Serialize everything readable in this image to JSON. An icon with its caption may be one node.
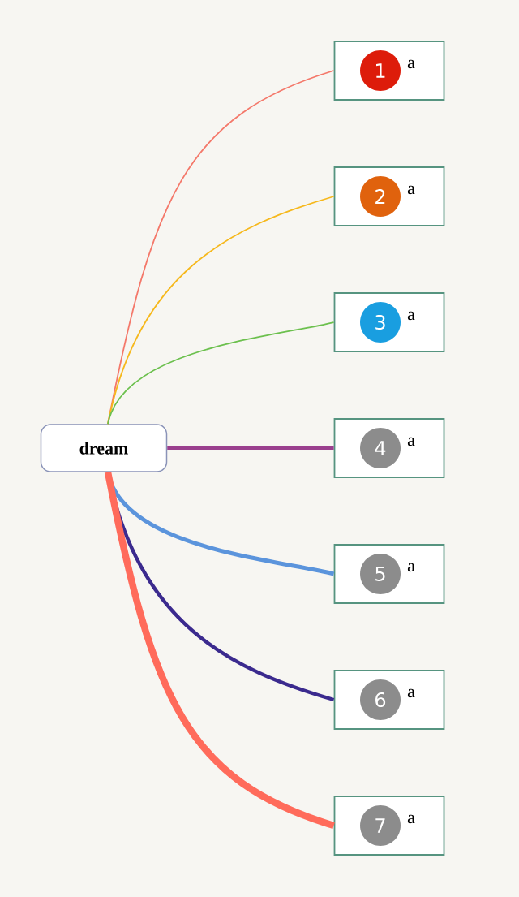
{
  "diagram": {
    "nodes": [
      {
        "text": [
          "dream"
        ]
      },
      {
        "text": [
          "a"
        ]
      },
      {
        "text": [
          "1"
        ],
        "in": 1
      },
      {
        "text": [
          "a"
        ]
      },
      {
        "text": [
          "2"
        ],
        "in": 3
      },
      {
        "text": [
          "a"
        ]
      },
      {
        "text": [
          "3"
        ],
        "in": 5
      },
      {
        "text": [
          "a"
        ]
      },
      {
        "text": [
          "4"
        ],
        "in": 7
      },
      {
        "text": [
          "a"
        ]
      },
      {
        "text": [
          "5"
        ],
        "in": 9
      },
      {
        "text": [
          "a"
        ]
      },
      {
        "text": [
          "6"
        ],
        "in": 11
      },
      {
        "text": [
          "a"
        ]
      },
      {
        "text": [
          "7"
        ],
        "in": 13
      }
    ],
    "edges": [
      {
        "from": 0,
        "to": 1,
        "arrow": "none",
        "color": "#f4786a"
      },
      {
        "from": 0,
        "to": 3,
        "arrow": "none",
        "color": "#f6b81c"
      },
      {
        "from": 0,
        "to": 5,
        "arrow": "none",
        "color": "#6cc04e"
      },
      {
        "from": 0,
        "to": 7,
        "arrow": "none",
        "color": "#9a3f8e"
      },
      {
        "from": 0,
        "to": 9,
        "arrow": "none",
        "color": "#5b94dc"
      },
      {
        "from": 0,
        "to": 11,
        "arrow": "none",
        "color": "#3b2a8e"
      },
      {
        "from": 0,
        "to": 13,
        "arrow": "none",
        "style": "thick",
        "color": "#ff6b5b"
      }
    ]
  }
}
